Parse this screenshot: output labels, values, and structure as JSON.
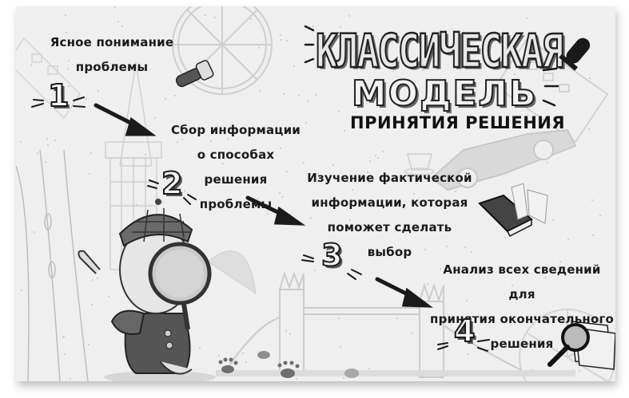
{
  "title": {
    "line1": "КЛАССИЧЕСКАЯ",
    "line2": "МОДЕЛЬ",
    "line3": "ПРИНЯТИЯ РЕШЕНИЯ"
  },
  "steps": [
    {
      "number": "1",
      "lines": [
        "Ясное понимание",
        "проблемы"
      ]
    },
    {
      "number": "2",
      "lines": [
        "Сбор информации",
        "о способах решения",
        "проблемы"
      ]
    },
    {
      "number": "3",
      "lines": [
        "Изучение фактической",
        "информации, которая",
        "поможет сделать выбор"
      ]
    },
    {
      "number": "4",
      "lines": [
        "Анализ всех сведений для",
        "принятия окончательного",
        "решения"
      ]
    }
  ],
  "illustrations": [
    "detective-character",
    "ferris-wheel",
    "flashlight",
    "marker",
    "book",
    "magnifier-papers",
    "tower-bridge",
    "car",
    "tree",
    "paw-prints"
  ],
  "colors": {
    "background": "#efefef",
    "ink": "#1a1a1a",
    "sketch": "#c8c8c8"
  }
}
